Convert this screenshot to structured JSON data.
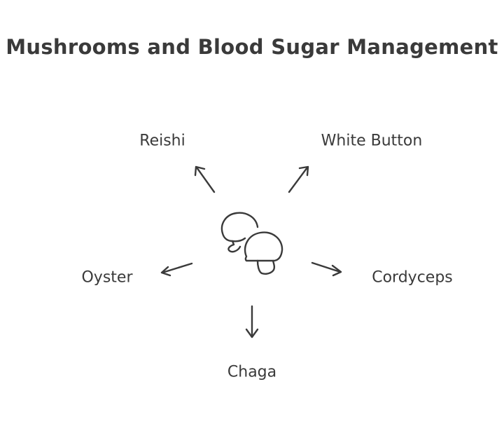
{
  "diagram": {
    "title": "Mushrooms and Blood Sugar Management",
    "center_icon": "mushroom-icon",
    "branches": [
      {
        "label": "Reishi"
      },
      {
        "label": "White Button"
      },
      {
        "label": "Oyster"
      },
      {
        "label": "Cordyceps"
      },
      {
        "label": "Chaga"
      }
    ],
    "colors": {
      "ink": "#3a3a3a",
      "background": "#ffffff"
    }
  }
}
